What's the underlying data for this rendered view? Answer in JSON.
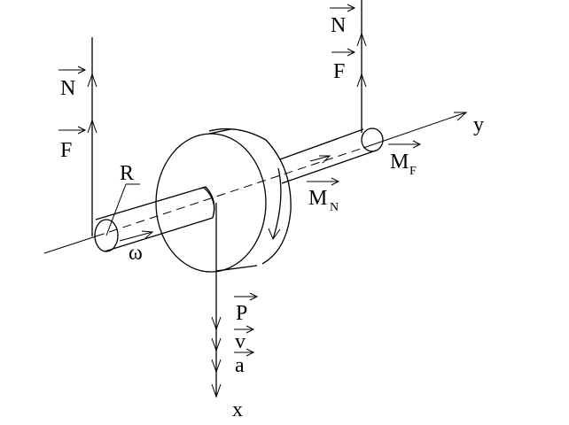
{
  "diagram": {
    "axes": {
      "y": "y",
      "x": "x"
    },
    "radius_label": "R",
    "omega_label": "ω",
    "left_support": {
      "normal": "N",
      "friction": "F"
    },
    "right_support": {
      "normal": "N",
      "friction": "F"
    },
    "moments": {
      "m_f": {
        "base": "M",
        "sub": "F"
      },
      "m_n": {
        "base": "M",
        "sub": "N"
      }
    },
    "bottom_vectors": {
      "weight": "P",
      "velocity": "v",
      "acceleration": "a"
    }
  }
}
